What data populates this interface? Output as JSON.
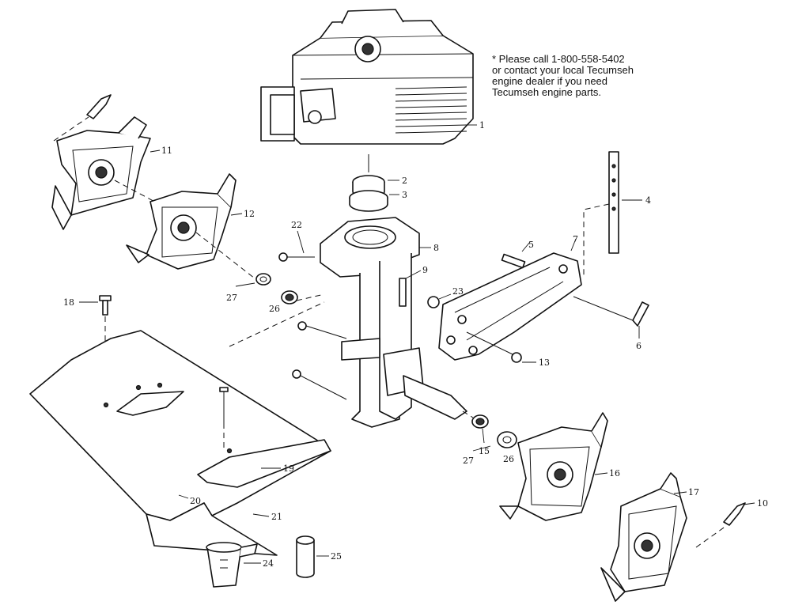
{
  "note": {
    "lines": [
      "* Please call 1-800-558-5402",
      "or contact your local Tecumseh",
      "engine dealer if you need",
      "Tecumseh engine parts."
    ]
  },
  "callouts": {
    "c1": "1",
    "c2": "2",
    "c3": "3",
    "c4": "4",
    "c5": "5",
    "c6": "6",
    "c7": "7",
    "c8": "8",
    "c9": "9",
    "c10": "10",
    "c11": "11",
    "c12": "12",
    "c13": "13",
    "c15": "15",
    "c16": "16",
    "c17": "17",
    "c18": "18",
    "c19": "19",
    "c20": "20",
    "c21": "21",
    "c22": "22",
    "c23": "23",
    "c24": "24",
    "c25": "25",
    "c26a": "26",
    "c26b": "26",
    "c27a": "27",
    "c27b": "27"
  }
}
